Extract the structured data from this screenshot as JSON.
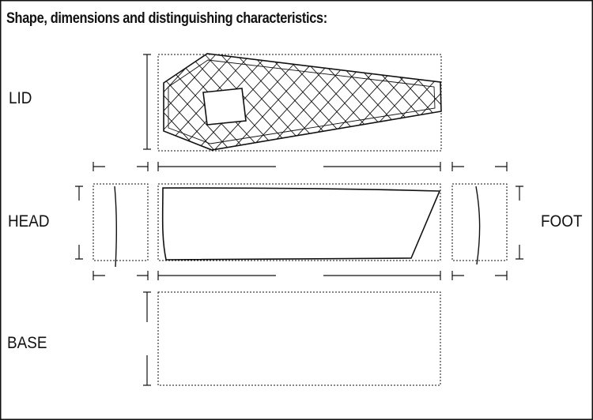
{
  "heading": "Shape, dimensions and distinguishing characteristics:",
  "views": {
    "lid": "LID",
    "head": "HEAD",
    "foot": "FOOT",
    "base": "BASE"
  },
  "colors": {
    "ink": "#111111",
    "paper": "#ffffff"
  }
}
